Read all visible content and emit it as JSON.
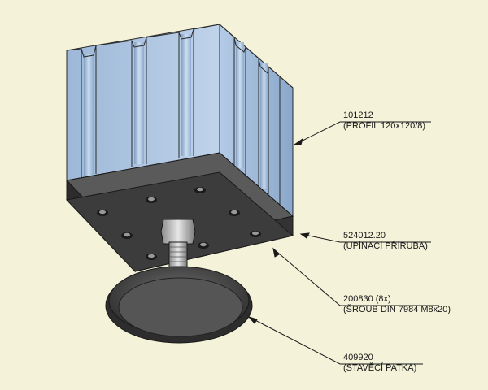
{
  "callouts": [
    {
      "number": "101212",
      "description": "(PROFIL 120x120/8)"
    },
    {
      "number": "524012.20",
      "description": "(UPÍNACÍ PŘÍRUBA)"
    },
    {
      "number": "200830 (8x)",
      "description": "(ŠROUB DIN 7984 M8x20)"
    },
    {
      "number": "409920",
      "description": "(STAVĚCÍ PATKA)"
    }
  ],
  "colors": {
    "background": "#f4f2d9",
    "profile": "#a9c3e0",
    "flange": "#3a3a3a",
    "foot": "#4a4a4a"
  }
}
